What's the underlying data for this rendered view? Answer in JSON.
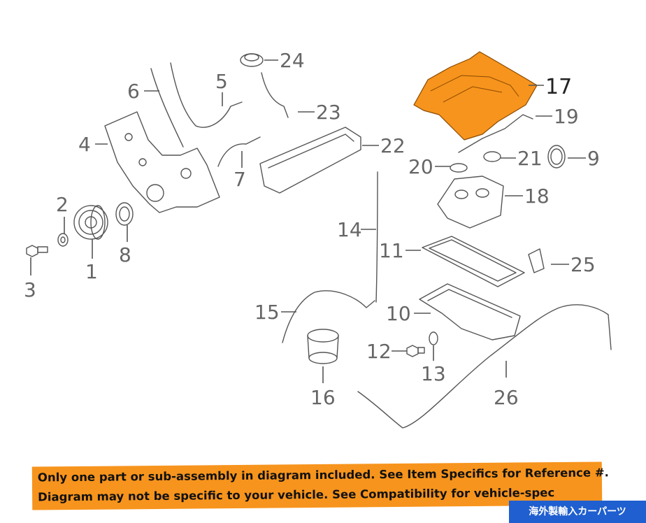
{
  "diagram": {
    "callouts": [
      "1",
      "2",
      "3",
      "4",
      "5",
      "6",
      "7",
      "8",
      "9",
      "10",
      "11",
      "12",
      "13",
      "14",
      "15",
      "16",
      "17",
      "18",
      "19",
      "20",
      "21",
      "22",
      "23",
      "24",
      "25",
      "26"
    ],
    "highlighted_part": "17",
    "highlight_color": "#f7941d",
    "line_color": "#555555",
    "label_color": "#666666"
  },
  "banner": {
    "line1": "Only one part or sub-assembly in diagram included. See Item Specifics for Reference #.",
    "line2": "Diagram may not be specific to your vehicle. See Compatibility for vehicle-spec",
    "background": "#f7941d"
  },
  "watermark": {
    "text": "海外製輸入カーパーツ",
    "background": "#1f5fcf"
  }
}
